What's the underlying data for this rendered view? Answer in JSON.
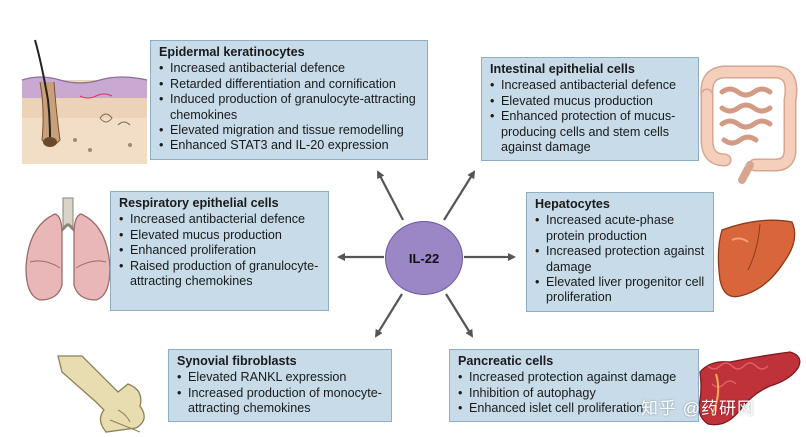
{
  "center": {
    "label": "IL-22"
  },
  "boxes": {
    "epidermal": {
      "title": "Epidermal keratinocytes",
      "items": [
        "Increased antibacterial defence",
        "Retarded differentiation and cornification",
        "Induced production of granulocyte-attracting chemokines",
        "Elevated migration and tissue remodelling",
        "Enhanced STAT3 and IL-20 expression"
      ]
    },
    "intestinal": {
      "title": "Intestinal epithelial cells",
      "items": [
        "Increased antibacterial defence",
        "Elevated mucus production",
        "Enhanced protection of mucus-producing cells and stem cells against damage"
      ]
    },
    "respiratory": {
      "title": "Respiratory epithelial cells",
      "items": [
        "Increased antibacterial defence",
        "Elevated mucus production",
        "Enhanced proliferation",
        "Raised production of granulocyte-attracting chemokines"
      ]
    },
    "hepatocytes": {
      "title": "Hepatocytes",
      "items": [
        "Increased acute-phase protein production",
        "Increased protection against damage",
        "Elevated liver progenitor cell proliferation"
      ]
    },
    "synovial": {
      "title": "Synovial fibroblasts",
      "items": [
        "Elevated RANKL expression",
        "Increased production of monocyte-attracting chemokines"
      ]
    },
    "pancreatic": {
      "title": "Pancreatic cells",
      "items": [
        "Increased protection against damage",
        "Inhibition of autophagy",
        "Enhanced islet cell proliferation"
      ]
    }
  },
  "watermark": "知乎 @药研网",
  "icons": {
    "skin": "skin-section-icon",
    "intestine": "intestine-icon",
    "lungs": "lungs-icon",
    "liver": "liver-icon",
    "joint": "bone-joint-icon",
    "pancreas": "pancreas-icon"
  },
  "colors": {
    "box_fill": "#c7dbe9",
    "box_border": "#8eaec6",
    "hub_fill": "#9b86c6",
    "arrow": "#555555",
    "skin": "#e9c9a8",
    "intestine": "#f2c9b4",
    "lung": "#eab7b8",
    "liver": "#d9663a",
    "bone": "#e8ddb0",
    "pancreas": "#c0323a"
  }
}
